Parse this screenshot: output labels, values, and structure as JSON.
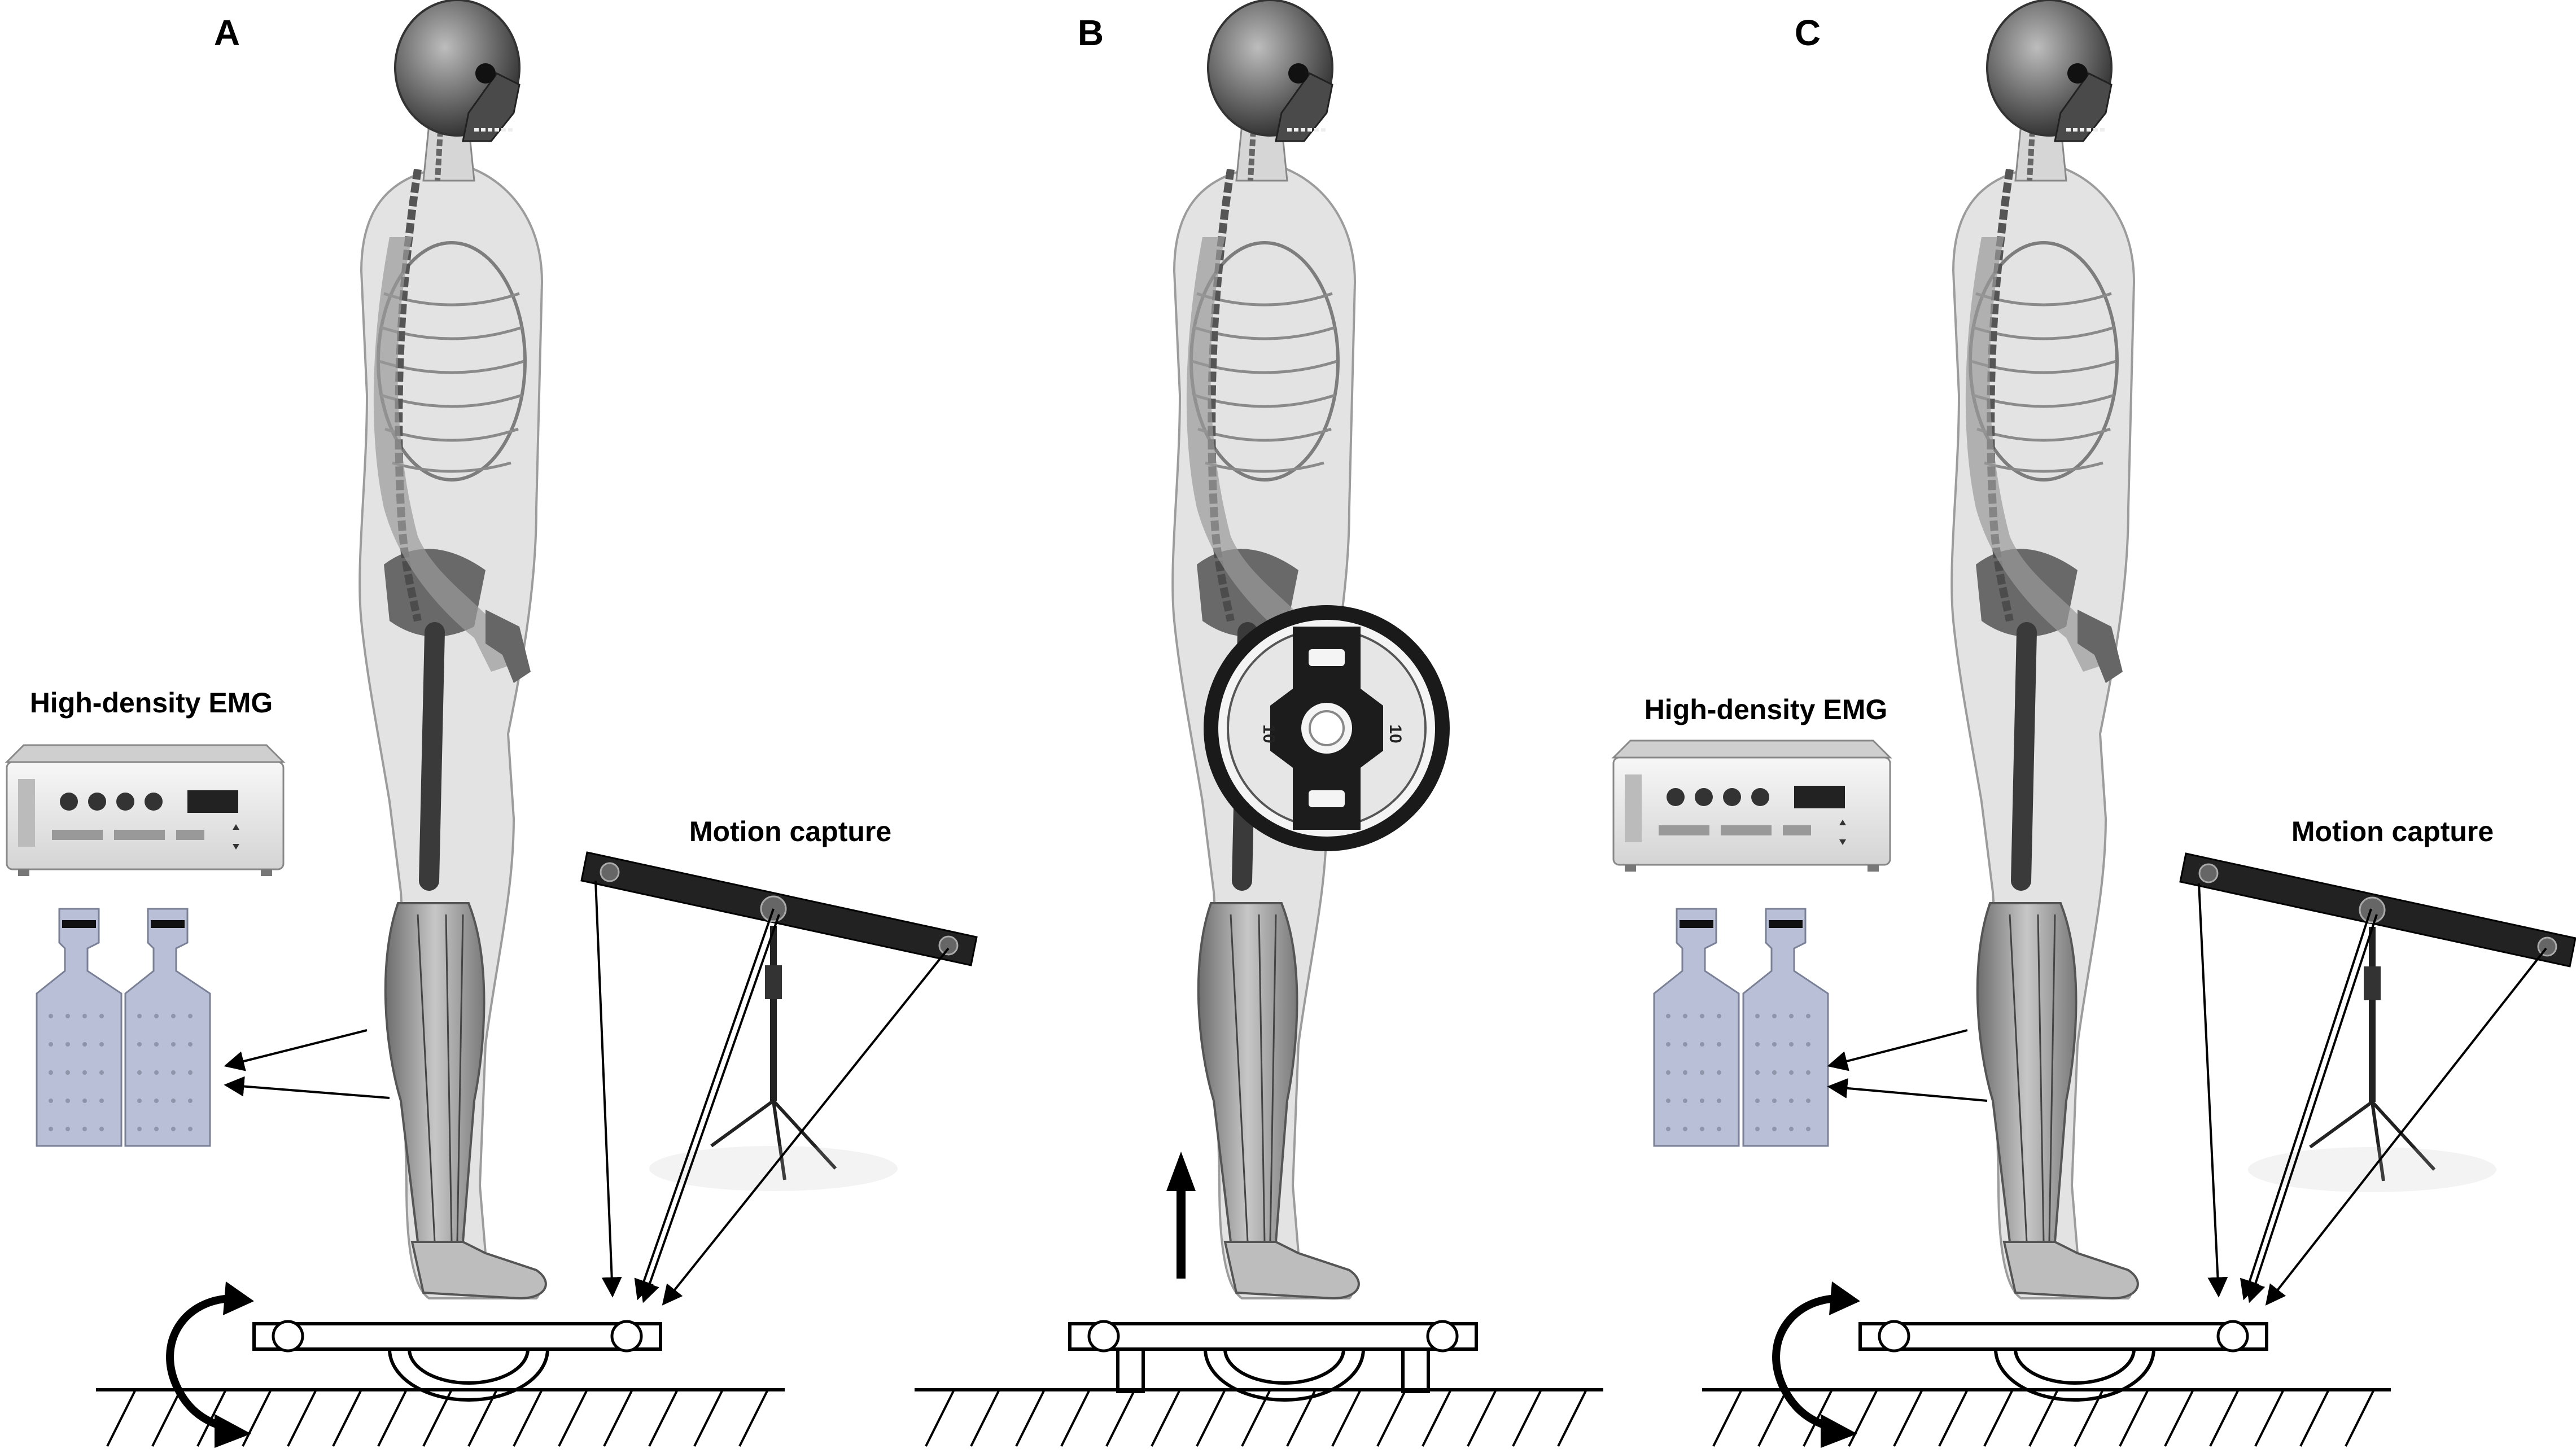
{
  "panels": [
    {
      "letter": "A",
      "emg_label": "High-density EMG",
      "mocap_label": "Motion capture"
    },
    {
      "letter": "B",
      "plate_label": "10"
    },
    {
      "letter": "C",
      "emg_label": "High-density EMG",
      "mocap_label": "Motion capture"
    }
  ],
  "icons": {
    "skeleton": "anatomical-human-figure-icon",
    "emg_amplifier": "emg-amplifier-icon",
    "electrode": "electrode-grid-icon",
    "camera_bar": "motion-capture-camera-icon",
    "weight": "weight-plate-icon",
    "board": "balance-board-icon"
  },
  "colors": {
    "ink": "#000000",
    "body": "#d9d9d9",
    "bone": "#9a9a9a",
    "device": "#eeeeee",
    "plate": "#222222"
  }
}
